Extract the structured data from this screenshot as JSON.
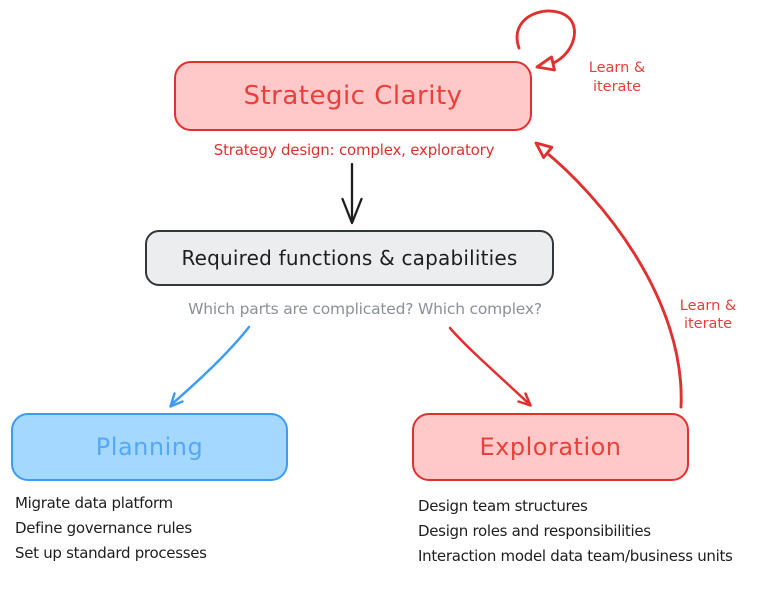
{
  "diagram": {
    "nodes": {
      "strategic_clarity": "Strategic Clarity",
      "required_functions": "Required functions & capabilities",
      "planning": "Planning",
      "exploration": "Exploration"
    },
    "captions": {
      "strategy_design": "Strategy design: complex, exploratory",
      "which_parts": "Which parts are complicated? Which complex?"
    },
    "annotations": {
      "loop_label_line1": "Learn &",
      "loop_label_line2": "iterate",
      "feedback_label_line1": "Learn &",
      "feedback_label_line2": "iterate"
    },
    "planning_items": [
      "Migrate data platform",
      "Define governance rules",
      "Set up standard processes"
    ],
    "exploration_items": [
      "Design team structures",
      "Design roles and responsibilities",
      "Interaction model data team/business units"
    ],
    "colors": {
      "red_stroke": "#e03131",
      "red_fill": "#ffc9c9",
      "blue_stroke": "#3d9cf2",
      "blue_fill": "#a5d8ff",
      "blue_text": "#54a9f7",
      "gray_fill": "#ebedef",
      "dark_stroke": "#33363a",
      "muted_text": "#8a9199",
      "list_text": "#1e1e1e"
    }
  }
}
